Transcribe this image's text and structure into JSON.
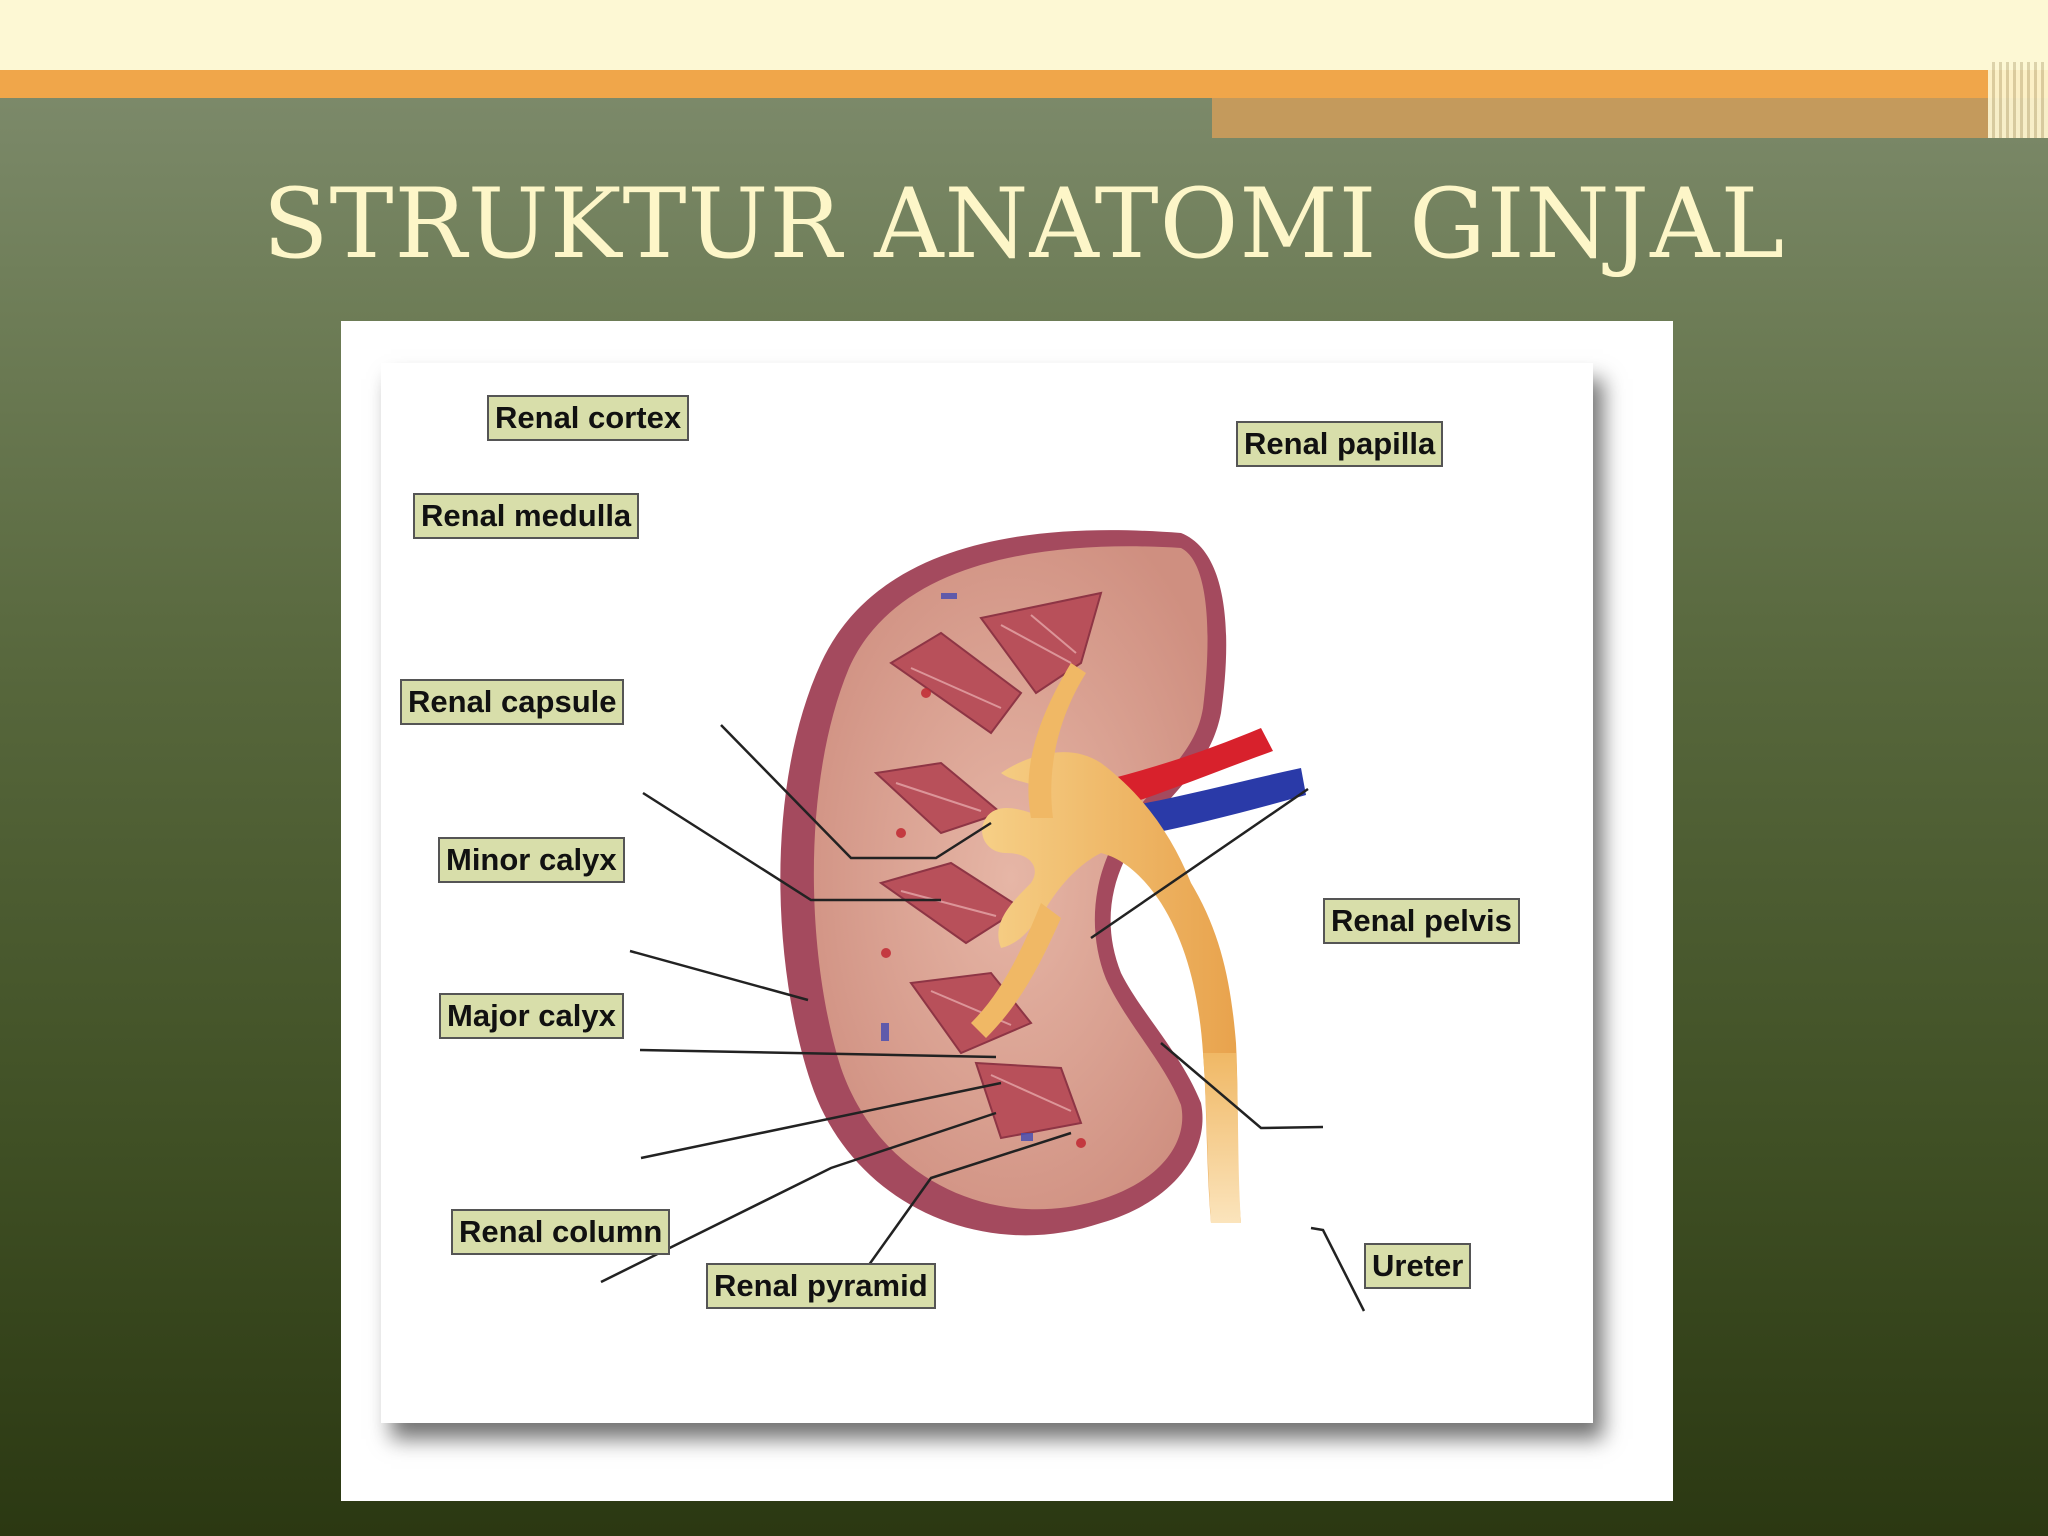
{
  "slide": {
    "title": "STRUKTUR ANATOMI GINJAL"
  },
  "diagram": {
    "labels": {
      "renal_cortex": "Renal cortex",
      "renal_medulla": "Renal medulla",
      "renal_capsule": "Renal capsule",
      "minor_calyx": "Minor calyx",
      "major_calyx": "Major calyx",
      "renal_column": "Renal column",
      "renal_pyramid": "Renal pyramid",
      "renal_papilla": "Renal papilla",
      "renal_pelvis": "Renal pelvis",
      "ureter": "Ureter"
    },
    "colors": {
      "label_fill": "#d8deaa",
      "kidney_outer": "#a44a5e",
      "cortex": "#d9a391",
      "pyramid": "#b8505a",
      "pelvis": "#f0b865",
      "artery": "#d8212c",
      "vein": "#2a3aa8"
    }
  }
}
